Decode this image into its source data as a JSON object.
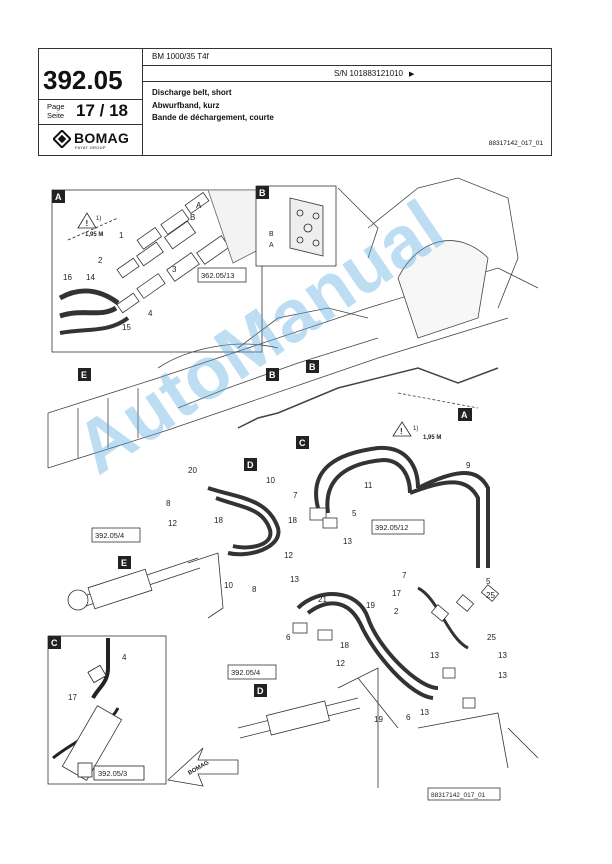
{
  "header": {
    "doc_number": "392.05",
    "page_label_1": "Page",
    "page_label_2": "Seite",
    "page_number": "17 / 18",
    "brand": "BOMAG",
    "brand_sub": "FAYAT GROUP",
    "model": "BM 1000/35 T4f",
    "serial": "S/N 101883121010",
    "title_en": "Discharge belt, short",
    "title_de": "Abwurfband, kurz",
    "title_fr": "Bande de déchargement, courte",
    "ref_code": "88317142_017_01"
  },
  "drawing": {
    "section_labels": [
      "A",
      "B",
      "B",
      "B",
      "C",
      "C",
      "D",
      "D",
      "E",
      "E"
    ],
    "part_callouts": [
      "1",
      "2",
      "3",
      "4",
      "5",
      "6",
      "7",
      "8",
      "9",
      "10",
      "11",
      "12",
      "13",
      "14",
      "15",
      "16",
      "17",
      "18",
      "19",
      "20",
      "21",
      "25"
    ],
    "cross_refs": [
      "362.05/13",
      "392.05/12",
      "392.05/4",
      "392.05/4",
      "392.05/3"
    ],
    "dim_label": "1,95 M",
    "note_marker": "1)",
    "footer_code": "88317142_017_01",
    "arrow_brand": "BOMAG"
  },
  "watermark": "AutoManual"
}
